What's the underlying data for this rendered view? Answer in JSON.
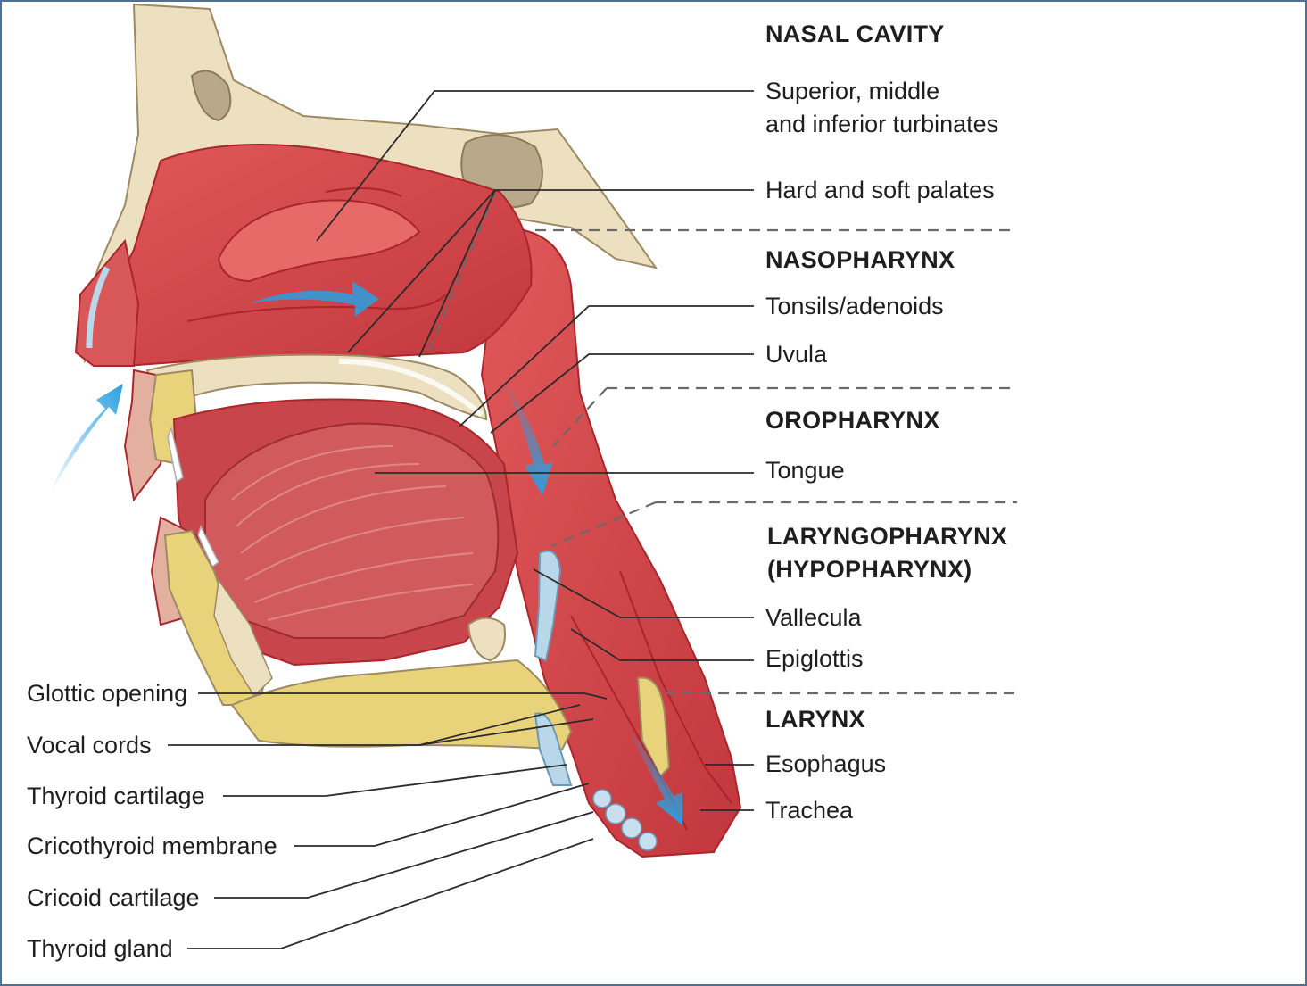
{
  "diagram": {
    "sections": [
      {
        "id": "nasal-cavity",
        "title": "NASAL CAVITY"
      },
      {
        "id": "nasopharynx",
        "title": "NASOPHARYNX"
      },
      {
        "id": "oropharynx",
        "title": "OROPHARYNX"
      },
      {
        "id": "laryngopharynx",
        "title": "LARYNGOPHARYNX",
        "subtitle": "(HYPOPHARYNX)"
      },
      {
        "id": "larynx",
        "title": "LARYNX"
      }
    ],
    "right_labels": {
      "turbinates_line1": "Superior, middle",
      "turbinates_line2": "and inferior turbinates",
      "palates": "Hard and soft palates",
      "tonsils": "Tonsils/adenoids",
      "uvula": "Uvula",
      "tongue": "Tongue",
      "vallecula": "Vallecula",
      "epiglottis": "Epiglottis",
      "esophagus": "Esophagus",
      "trachea": "Trachea"
    },
    "left_labels": {
      "glottic_opening": "Glottic opening",
      "vocal_cords": "Vocal cords",
      "thyroid_cartilage": "Thyroid cartilage",
      "cricothyroid_membrane": "Cricothyroid membrane",
      "cricoid_cartilage": "Cricoid cartilage",
      "thyroid_gland": "Thyroid gland"
    },
    "colors": {
      "tissue": "#d84a4e",
      "tissue_dark": "#b22a30",
      "bone": "#ece0c0",
      "cartilage": "#e8d37a",
      "airflow_arrow": "#2a9fe0",
      "frame": "#4f6f95"
    }
  }
}
